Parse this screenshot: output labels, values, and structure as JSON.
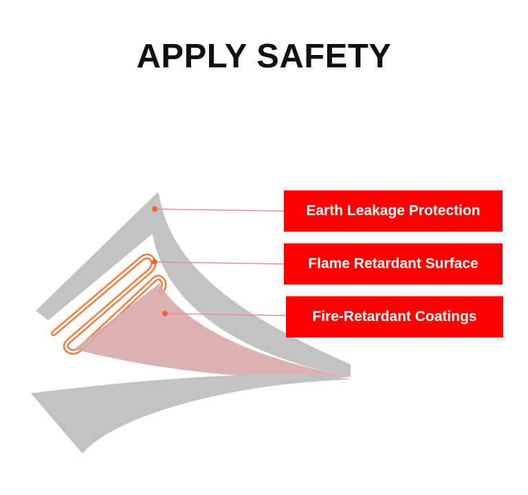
{
  "header": {
    "title": "APPLY SAFETY"
  },
  "layers": [
    {
      "label": "Earth Leakage Protection"
    },
    {
      "label": "Flame Retardant Surface"
    },
    {
      "label": "Fire-Retardant Coatings"
    }
  ],
  "colors": {
    "label_background": "#ff0000",
    "label_text": "#ffffff",
    "layer_gray": "#c2c2c2",
    "heating_wire": "#f07a3c",
    "coating_fill": "#d5aaa8",
    "leader_line": "#e88aa0",
    "marker_dot": "#f26522"
  }
}
